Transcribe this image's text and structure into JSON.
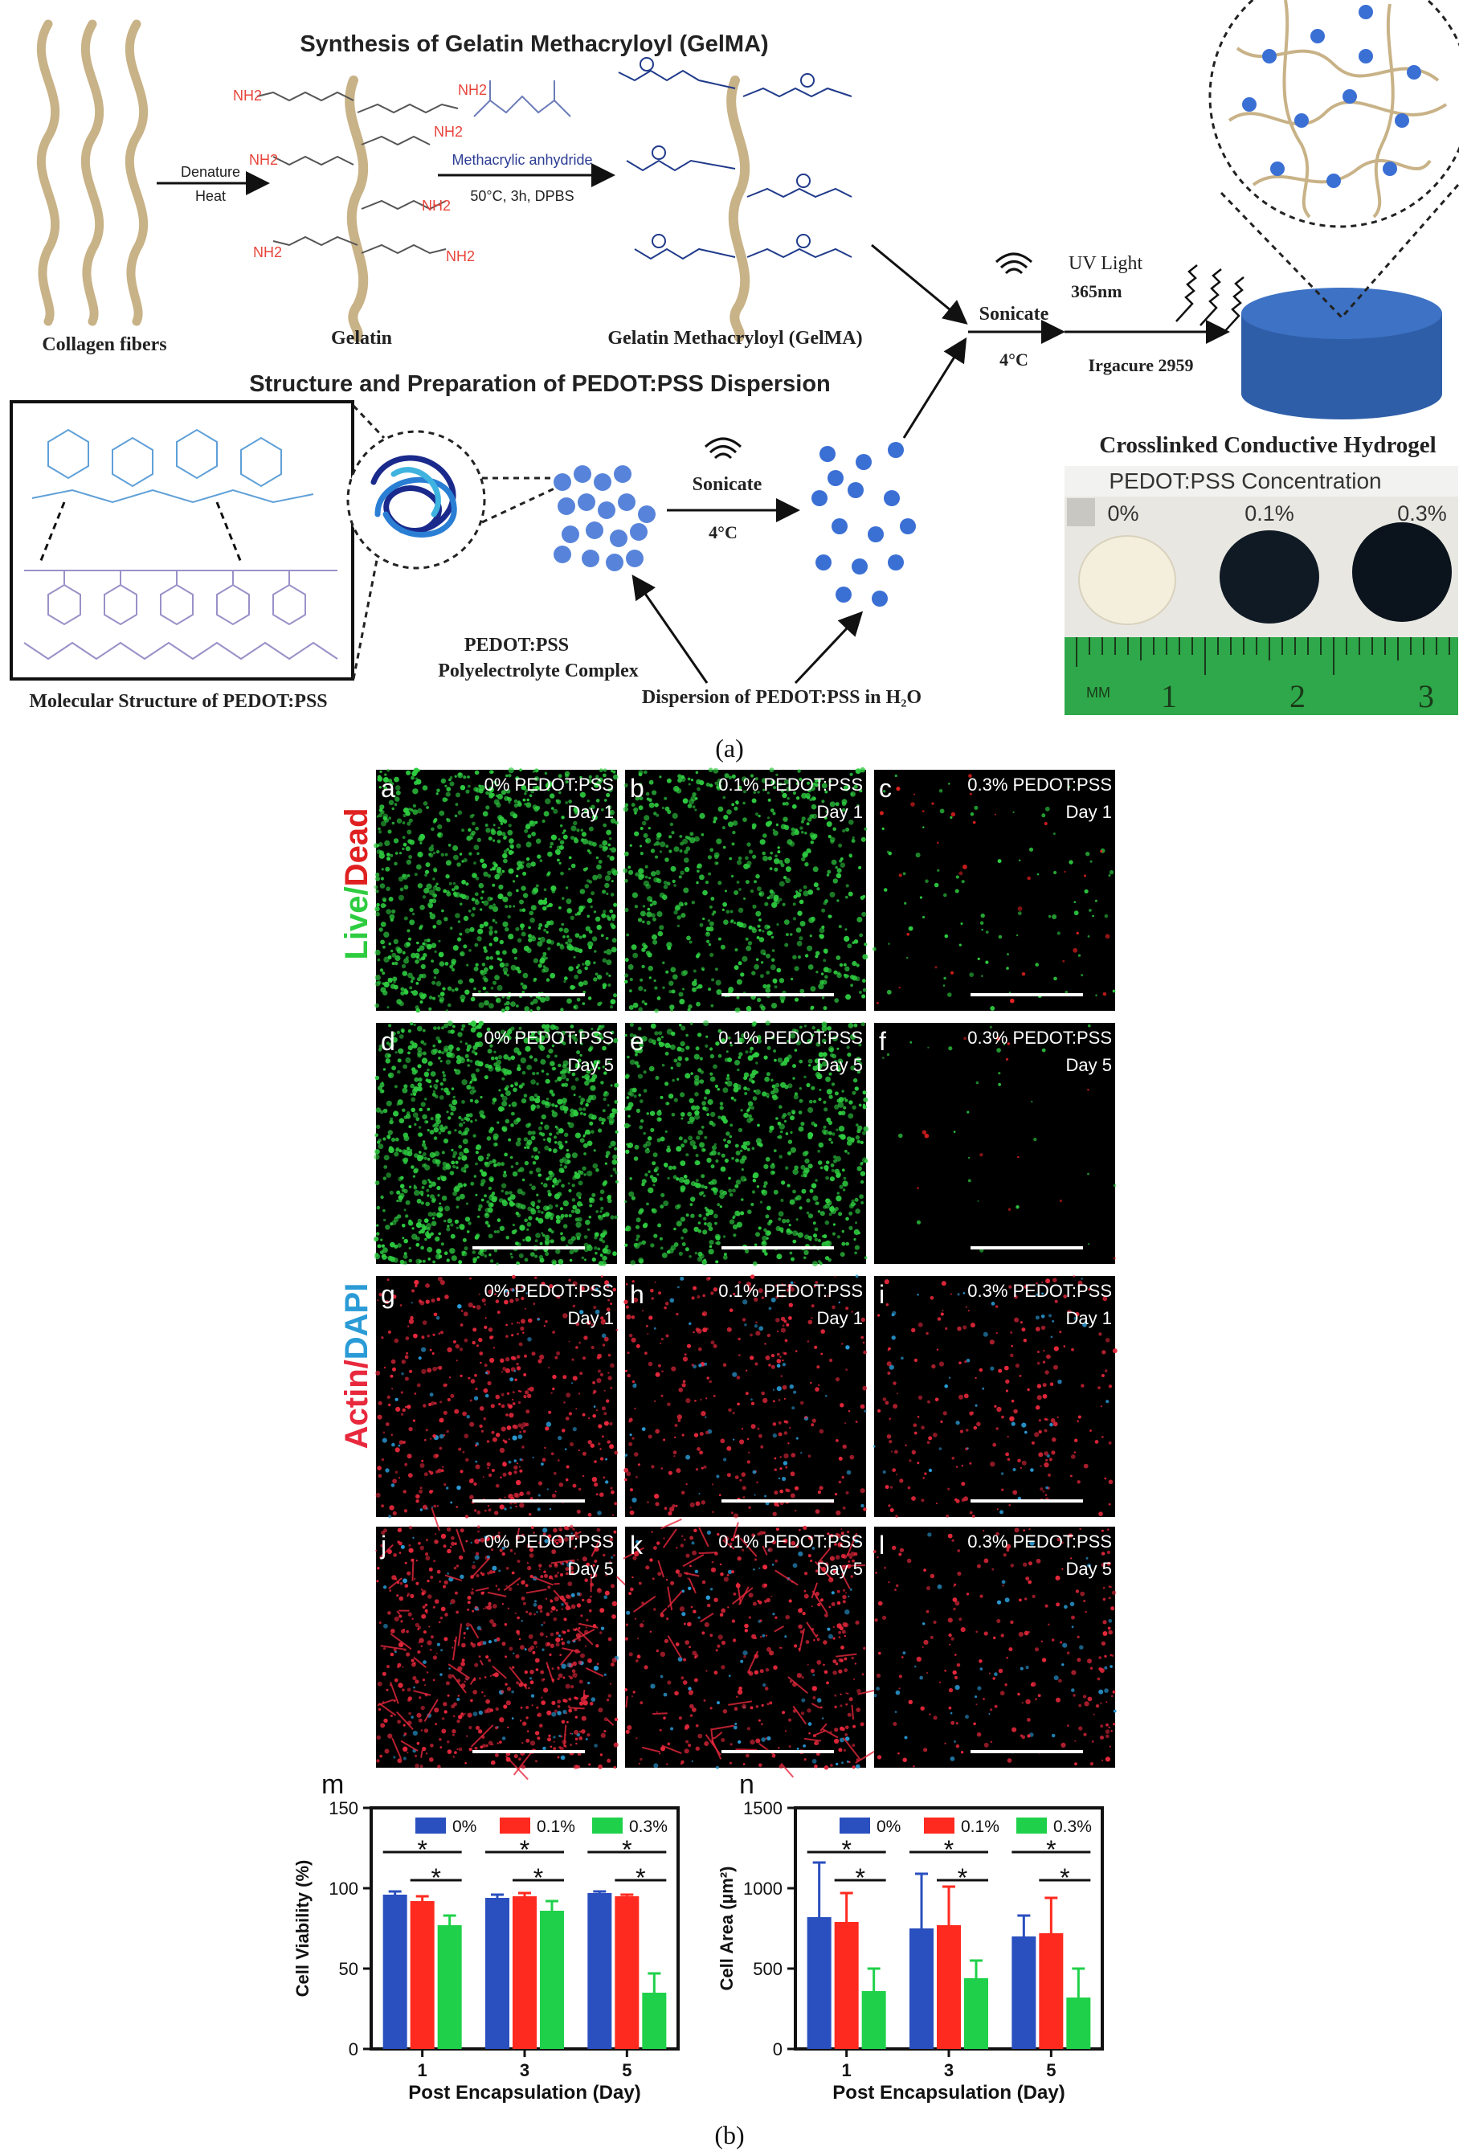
{
  "colors": {
    "gelatin": "#c8b287",
    "amine": "#e8443a",
    "molecule_blue": "#1f3a8a",
    "hydrogel_blue": "#2f5ea8",
    "live_green": "#2ecc40",
    "dead_red": "#e02020",
    "actin_red": "#e8283c",
    "dapi_blue": "#2a9bd6",
    "bar_0": "#2a4fbf",
    "bar_01": "#ff2a1f",
    "bar_03": "#1fd14a"
  },
  "panel_a": {
    "title_synthesis": "Synthesis of Gelatin Methacryloyl (GelMA)",
    "title_pedot": "Structure and Preparation of PEDOT:PSS Dispersion",
    "collagen_label": "Collagen fibers",
    "denature_top": "Denature",
    "denature_bottom": "Heat",
    "gelatin_label": "Gelatin",
    "nh2": "NH2",
    "methacrylic": "Methacrylic anhydride",
    "conditions": "50°C, 3h, DPBS",
    "gelma_label": "Gelatin Methacryloyl (GelMA)",
    "sonicate": "Sonicate",
    "temp": "4°C",
    "uv_light": "UV Light",
    "uv_nm": "365nm",
    "irgacure": "Irgacure 2959",
    "crosslinked": "Crosslinked Conductive Hydrogel",
    "molecular_structure": "Molecular Structure of PEDOT:PSS",
    "complex_line1": "PEDOT:PSS",
    "complex_line2": "Polyelectrolyte Complex",
    "dispersion": "Dispersion of PEDOT:PSS in H₂O",
    "photo_title": "PEDOT:PSS Concentration",
    "photo_labels": [
      "0%",
      "0.1%",
      "0.3%"
    ],
    "ruler_unit": "MM",
    "ruler_numbers": [
      "1",
      "2",
      "3"
    ],
    "caption": "(a)"
  },
  "panel_b": {
    "caption": "(b)",
    "live": "Live",
    "slash": "/",
    "dead": "Dead",
    "actin": "Actin",
    "dapi": "DAPI",
    "micrographs": [
      {
        "letter": "a",
        "conc": "0% PEDOT:PSS",
        "day": "Day 1"
      },
      {
        "letter": "b",
        "conc": "0.1% PEDOT:PSS",
        "day": "Day 1"
      },
      {
        "letter": "c",
        "conc": "0.3% PEDOT:PSS",
        "day": "Day 1"
      },
      {
        "letter": "d",
        "conc": "0% PEDOT:PSS",
        "day": "Day 5"
      },
      {
        "letter": "e",
        "conc": "0.1% PEDOT:PSS",
        "day": "Day 5"
      },
      {
        "letter": "f",
        "conc": "0.3% PEDOT:PSS",
        "day": "Day 5"
      },
      {
        "letter": "g",
        "conc": "0% PEDOT:PSS",
        "day": "Day 1"
      },
      {
        "letter": "h",
        "conc": "0.1% PEDOT:PSS",
        "day": "Day 1"
      },
      {
        "letter": "i",
        "conc": "0.3% PEDOT:PSS",
        "day": "Day 1"
      },
      {
        "letter": "j",
        "conc": "0% PEDOT:PSS",
        "day": "Day 5"
      },
      {
        "letter": "k",
        "conc": "0.1% PEDOT:PSS",
        "day": "Day 5"
      },
      {
        "letter": "l",
        "conc": "0.3% PEDOT:PSS",
        "day": "Day 5"
      }
    ]
  },
  "chart_data": [
    {
      "type": "bar",
      "letter": "m",
      "categories": [
        "1",
        "3",
        "5"
      ],
      "series": [
        {
          "name": "0%",
          "values": [
            96,
            94,
            97
          ],
          "errors": [
            2,
            2,
            1
          ]
        },
        {
          "name": "0.1%",
          "values": [
            92,
            95,
            95
          ],
          "errors": [
            3,
            2,
            1
          ]
        },
        {
          "name": "0.3%",
          "values": [
            77,
            86,
            35
          ],
          "errors": [
            6,
            6,
            12
          ]
        }
      ],
      "xlabel": "Post Encapsulation (Day)",
      "ylabel": "Cell Viability (%)",
      "ylim": [
        0,
        150
      ],
      "yticks": [
        0,
        50,
        100,
        150
      ],
      "legend": "top",
      "significance": "*"
    },
    {
      "type": "bar",
      "letter": "n",
      "categories": [
        "1",
        "3",
        "5"
      ],
      "series": [
        {
          "name": "0%",
          "values": [
            820,
            750,
            700
          ],
          "errors": [
            340,
            340,
            130
          ]
        },
        {
          "name": "0.1%",
          "values": [
            790,
            770,
            720
          ],
          "errors": [
            180,
            240,
            220
          ]
        },
        {
          "name": "0.3%",
          "values": [
            360,
            440,
            320
          ],
          "errors": [
            140,
            110,
            180
          ]
        }
      ],
      "xlabel": "Post Encapsulation (Day)",
      "ylabel": "Cell Area (µm²)",
      "ylim": [
        0,
        1500
      ],
      "yticks": [
        0,
        500,
        1000,
        1500
      ],
      "legend": "top",
      "significance": "*"
    }
  ]
}
